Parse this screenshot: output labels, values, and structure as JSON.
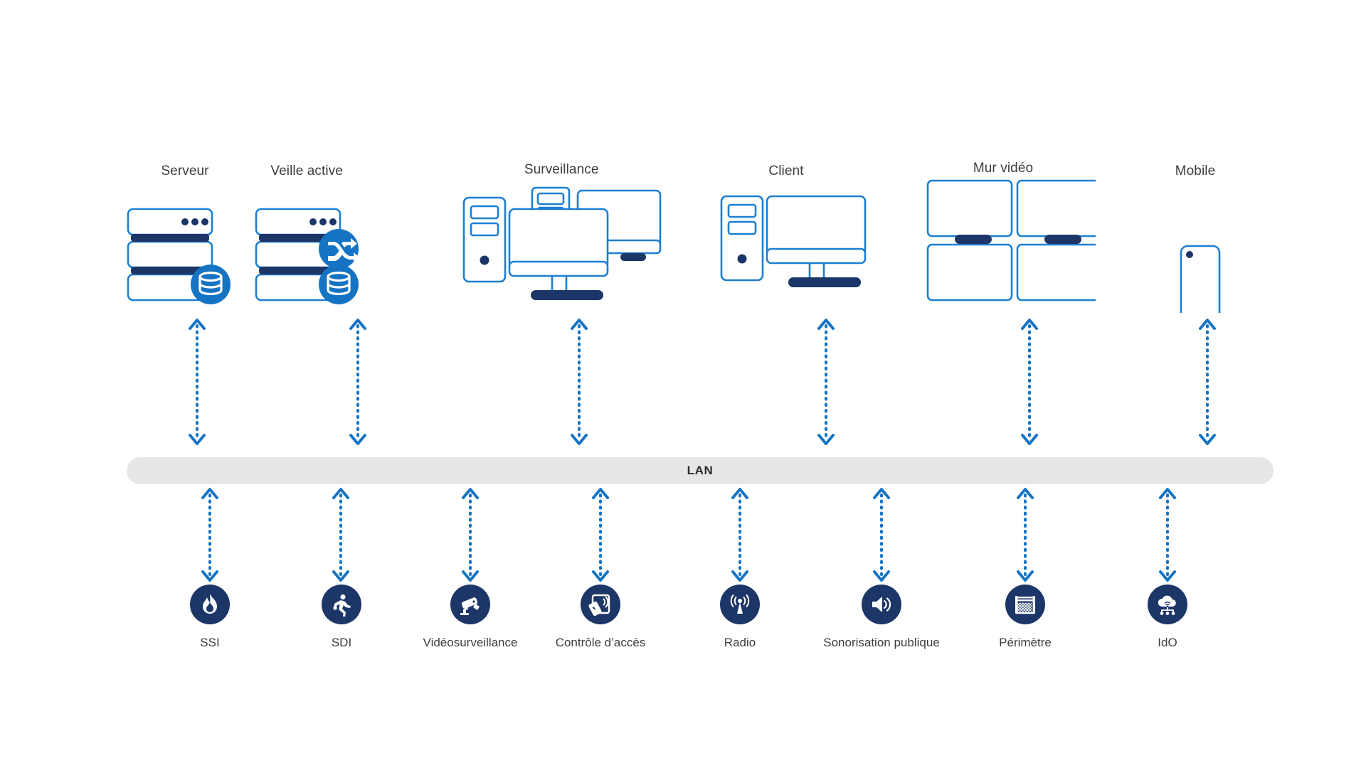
{
  "diagram": {
    "title": "LAN security system architecture",
    "colors": {
      "accent_blue": "#1b7fd4",
      "dark_navy": "#1d3668",
      "lan_bar": "#e6e6e6",
      "label_text": "#3d3d3d",
      "background": "#ffffff"
    },
    "bus": {
      "label": "LAN"
    },
    "top_nodes": [
      {
        "id": "serveur",
        "label": "Serveur",
        "icon": "server-stack-icon",
        "badges": [
          "database-badge"
        ]
      },
      {
        "id": "veille-active",
        "label": "Veille active",
        "icon": "server-stack-icon",
        "badges": [
          "sync-badge",
          "database-badge"
        ]
      },
      {
        "id": "surveillance",
        "label": "Surveillance",
        "icon": "multi-monitor-workstation-icon",
        "badges": []
      },
      {
        "id": "client",
        "label": "Client",
        "icon": "desktop-workstation-icon",
        "badges": []
      },
      {
        "id": "mur-video",
        "label": "Mur vidéo",
        "icon": "video-wall-icon",
        "badges": []
      },
      {
        "id": "mobile",
        "label": "Mobile",
        "icon": "smartphone-icon",
        "badges": []
      }
    ],
    "bottom_services": [
      {
        "id": "ssi",
        "label": "SSI",
        "icon": "flame-icon"
      },
      {
        "id": "sdi",
        "label": "SDI",
        "icon": "running-person-icon"
      },
      {
        "id": "videosurveillance",
        "label": "Vidéosurveillance",
        "icon": "cctv-camera-icon"
      },
      {
        "id": "controle-d-acces",
        "label": "Contrôle d’accès",
        "icon": "badge-reader-icon"
      },
      {
        "id": "radio",
        "label": "Radio",
        "icon": "radio-antenna-icon"
      },
      {
        "id": "sonorisation-publique",
        "label": "Sonorisation publique",
        "icon": "loudspeaker-icon"
      },
      {
        "id": "perimetre",
        "label": "Périmètre",
        "icon": "fence-icon"
      },
      {
        "id": "ido",
        "label": "IdO",
        "icon": "cloud-iot-icon"
      }
    ],
    "connectors": {
      "style": "dotted double-headed vertical arrow",
      "count_above_bus": 6,
      "count_below_bus": 8
    }
  }
}
